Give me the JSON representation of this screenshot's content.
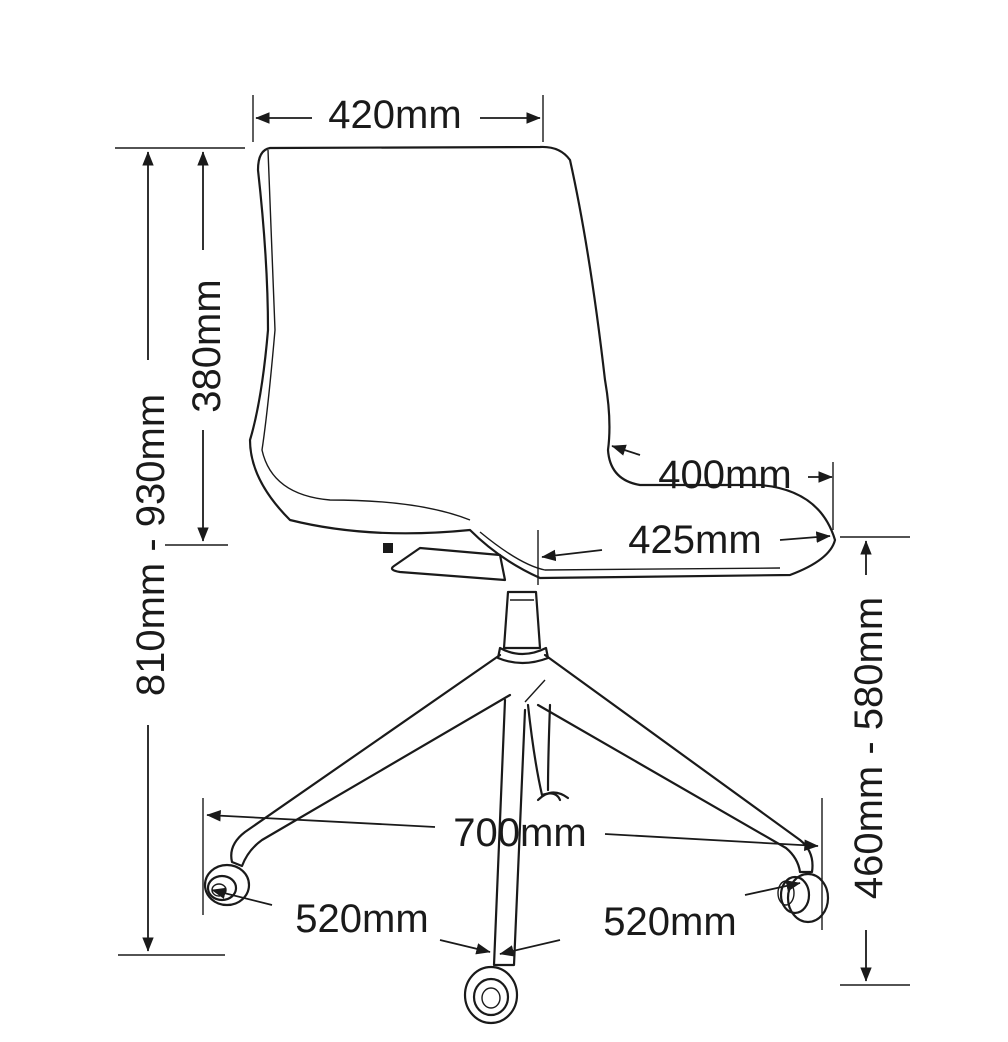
{
  "dimensions": {
    "seat_width": "420mm",
    "overall_height": "810mm - 930mm",
    "backrest_height": "380mm",
    "seat_depth": "400mm",
    "seat_depth_overall": "425mm",
    "seat_height": "460mm - 580mm",
    "base_span": "700mm",
    "caster_spacing_left": "520mm",
    "caster_spacing_right": "520mm"
  },
  "colors": {
    "ink": "#1a1a1a",
    "background": "#ffffff"
  }
}
